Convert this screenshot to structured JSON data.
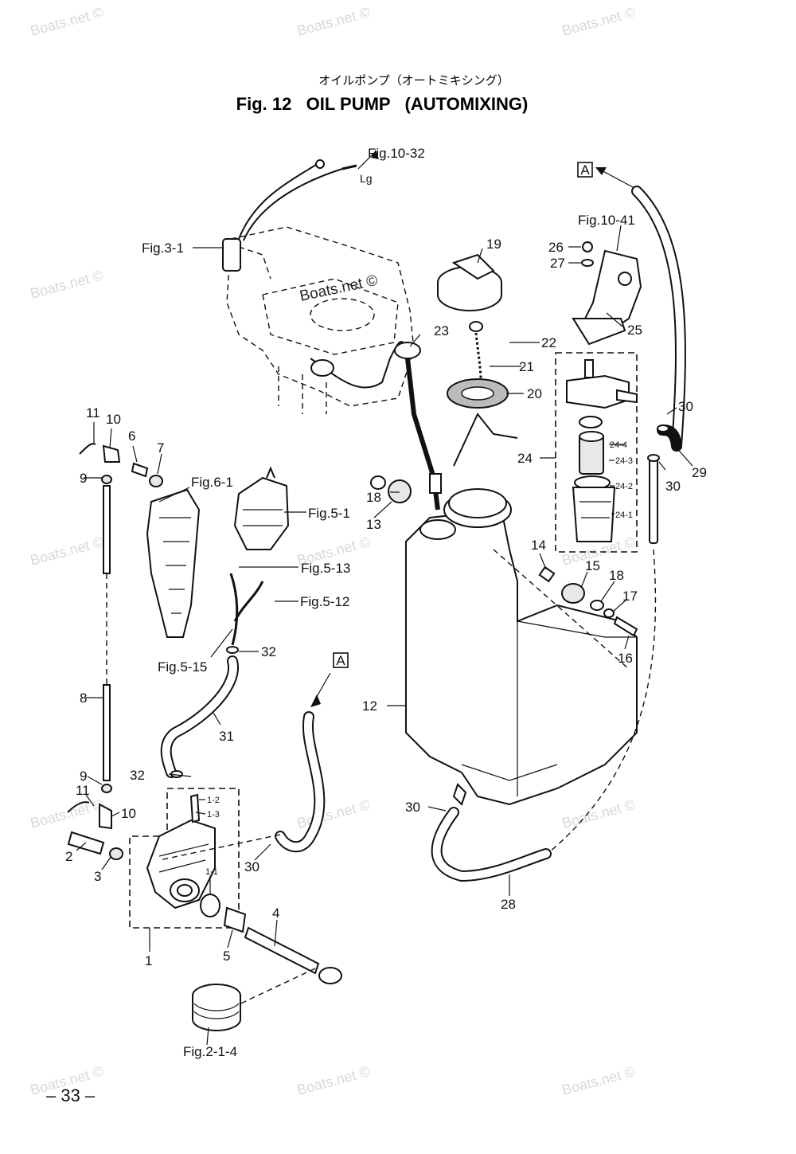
{
  "title": {
    "japanese": "オイルポンプ（オートミキシング）",
    "english": "Fig. 12   OIL PUMP   (AUTOMIXING)"
  },
  "page_number": "– 33 –",
  "watermark": "Boats.net ©",
  "connector_marker": "A",
  "wire_color_code": "Lg",
  "refs": {
    "fig_10_32": "Fig.10-32",
    "fig_3_1": "Fig.3-1",
    "fig_10_41": "Fig.10-41",
    "fig_6_1": "Fig.6-1",
    "fig_5_1": "Fig.5-1",
    "fig_5_13": "Fig.5-13",
    "fig_5_12": "Fig.5-12",
    "fig_5_15": "Fig.5-15",
    "fig_2_1_4": "Fig.2-1-4"
  },
  "parts": {
    "p1": "1",
    "p1_1": "1-1",
    "p1_2": "1-2",
    "p1_3": "1-3",
    "p2": "2",
    "p3": "3",
    "p4": "4",
    "p5": "5",
    "p6": "6",
    "p7": "7",
    "p8": "8",
    "p9a": "9",
    "p9b": "9",
    "p10a": "10",
    "p10b": "10",
    "p11a": "11",
    "p11b": "11",
    "p12": "12",
    "p13": "13",
    "p14": "14",
    "p15": "15",
    "p16": "16",
    "p17": "17",
    "p18a": "18",
    "p18b": "18",
    "p19": "19",
    "p20": "20",
    "p21": "21",
    "p22": "22",
    "p23": "23",
    "p24": "24",
    "p24_1": "24-1",
    "p24_2": "24-2",
    "p24_3": "24-3",
    "p24_4": "24-4",
    "p25": "25",
    "p26": "26",
    "p27": "27",
    "p28": "28",
    "p29": "29",
    "p30a": "30",
    "p30b": "30",
    "p30c": "30",
    "p30d": "30",
    "p31": "31",
    "p32a": "32",
    "p32b": "32"
  }
}
